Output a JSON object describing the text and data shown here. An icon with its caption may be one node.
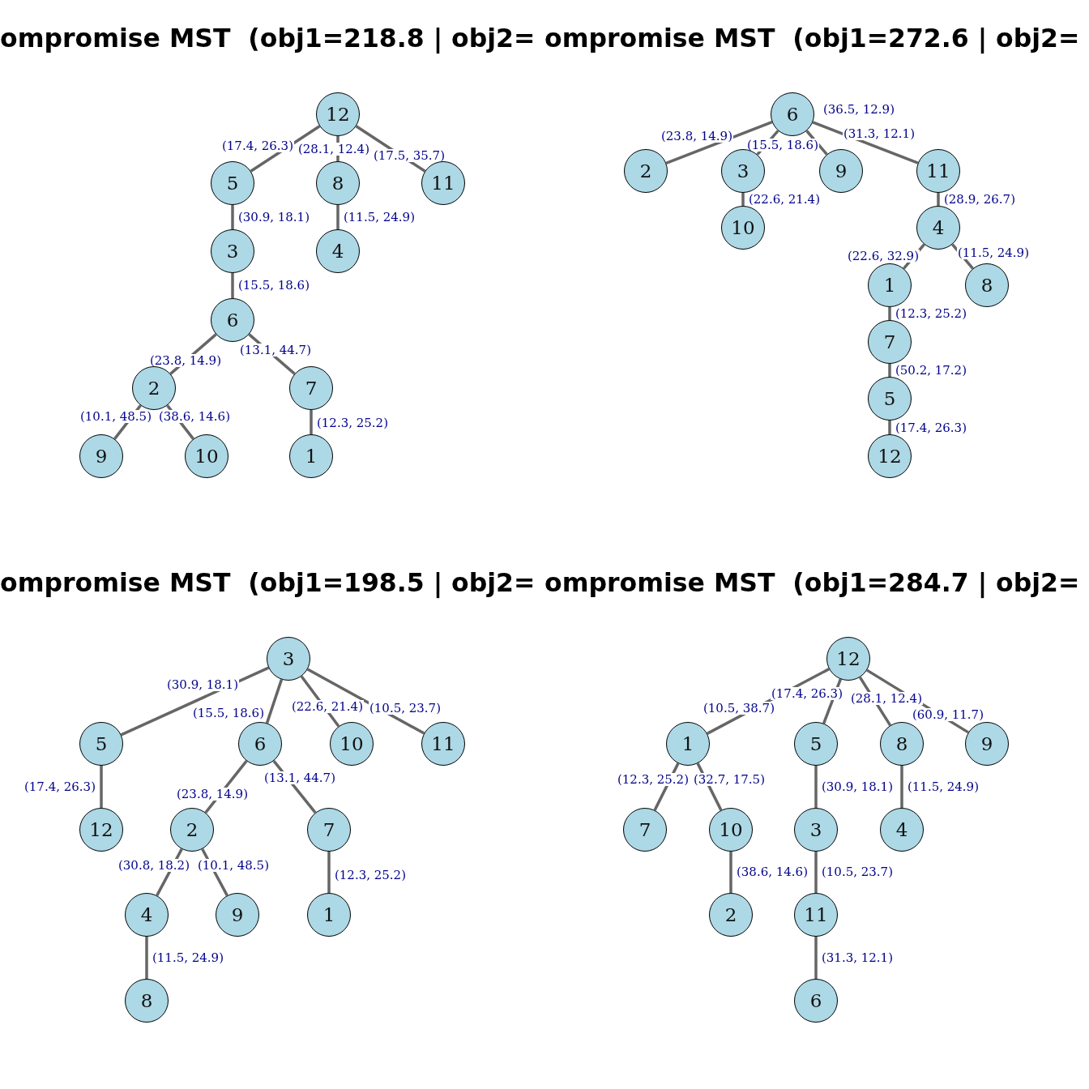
{
  "diagram": {
    "nodes": [
      {
        "text": [
          "12"
        ]
      },
      {
        "text": [
          "5"
        ]
      },
      {
        "text": [
          "8"
        ]
      },
      {
        "text": [
          "11"
        ]
      },
      {
        "text": [
          "3"
        ]
      },
      {
        "text": [
          "4"
        ]
      },
      {
        "text": [
          "6"
        ]
      },
      {
        "text": [
          "2"
        ]
      },
      {
        "text": [
          "7"
        ]
      },
      {
        "text": [
          "9"
        ]
      },
      {
        "text": [
          "10"
        ]
      },
      {
        "text": [
          "1"
        ]
      },
      {
        "text": [
          "6"
        ]
      },
      {
        "text": [
          "2"
        ]
      },
      {
        "text": [
          "3"
        ]
      },
      {
        "text": [
          "9"
        ]
      },
      {
        "text": [
          "11"
        ]
      },
      {
        "text": [
          "10"
        ]
      },
      {
        "text": [
          "4"
        ]
      },
      {
        "text": [
          "1"
        ]
      },
      {
        "text": [
          "8"
        ]
      },
      {
        "text": [
          "7"
        ]
      },
      {
        "text": [
          "5"
        ]
      },
      {
        "text": [
          "12"
        ]
      },
      {
        "text": [
          "3"
        ]
      },
      {
        "text": [
          "5"
        ]
      },
      {
        "text": [
          "6"
        ]
      },
      {
        "text": [
          "10"
        ]
      },
      {
        "text": [
          "11"
        ]
      },
      {
        "text": [
          "12"
        ]
      },
      {
        "text": [
          "2"
        ]
      },
      {
        "text": [
          "7"
        ]
      },
      {
        "text": [
          "4"
        ]
      },
      {
        "text": [
          "9"
        ]
      },
      {
        "text": [
          "1"
        ]
      },
      {
        "text": [
          "8"
        ]
      },
      {
        "text": [
          "12"
        ]
      },
      {
        "text": [
          "1"
        ]
      },
      {
        "text": [
          "5"
        ]
      },
      {
        "text": [
          "8"
        ]
      },
      {
        "text": [
          "9"
        ]
      },
      {
        "text": [
          "7"
        ]
      },
      {
        "text": [
          "10"
        ]
      },
      {
        "text": [
          "3"
        ]
      },
      {
        "text": [
          "4"
        ]
      },
      {
        "text": [
          "2"
        ]
      },
      {
        "text": [
          "11"
        ]
      },
      {
        "text": [
          "6"
        ]
      }
    ],
    "edges": [
      {
        "from": 0,
        "to": 1,
        "arrow": "none",
        "label": "(17.4, 26.3)"
      },
      {
        "from": 0,
        "to": 2,
        "arrow": "none",
        "label": "(28.1, 12.4)"
      },
      {
        "from": 0,
        "to": 3,
        "arrow": "none",
        "label": "(17.5, 35.7)"
      },
      {
        "from": 1,
        "to": 4,
        "arrow": "none",
        "label": "(30.9, 18.1)"
      },
      {
        "from": 2,
        "to": 5,
        "arrow": "none",
        "label": "(11.5, 24.9)"
      },
      {
        "from": 4,
        "to": 6,
        "arrow": "none",
        "label": "(15.5, 18.6)"
      },
      {
        "from": 6,
        "to": 7,
        "arrow": "none",
        "label": "(23.8, 14.9)"
      },
      {
        "from": 6,
        "to": 8,
        "arrow": "none",
        "label": "(13.1, 44.7)"
      },
      {
        "from": 7,
        "to": 9,
        "arrow": "none",
        "label": "(10.1, 48.5)"
      },
      {
        "from": 7,
        "to": 10,
        "arrow": "none",
        "label": "(38.6, 14.6)"
      },
      {
        "from": 8,
        "to": 11,
        "arrow": "none",
        "label": "(12.3, 25.2)"
      },
      {
        "from": 12,
        "to": 13,
        "arrow": "none",
        "label": "(23.8, 14.9)"
      },
      {
        "from": 12,
        "to": 14,
        "arrow": "none",
        "label": "(15.5, 18.6)"
      },
      {
        "from": 12,
        "to": 15,
        "arrow": "none",
        "label": "(36.5, 12.9)"
      },
      {
        "from": 12,
        "to": 16,
        "arrow": "none",
        "label": "(31.3, 12.1)"
      },
      {
        "from": 14,
        "to": 17,
        "arrow": "none",
        "label": "(22.6, 21.4)"
      },
      {
        "from": 16,
        "to": 18,
        "arrow": "none",
        "label": "(28.9, 26.7)"
      },
      {
        "from": 18,
        "to": 19,
        "arrow": "none",
        "label": "(22.6, 32.9)"
      },
      {
        "from": 18,
        "to": 20,
        "arrow": "none",
        "label": "(11.5, 24.9)"
      },
      {
        "from": 19,
        "to": 21,
        "arrow": "none",
        "label": "(12.3, 25.2)"
      },
      {
        "from": 21,
        "to": 22,
        "arrow": "none",
        "label": "(50.2, 17.2)"
      },
      {
        "from": 22,
        "to": 23,
        "arrow": "none",
        "label": "(17.4, 26.3)"
      },
      {
        "from": 24,
        "to": 25,
        "arrow": "none",
        "label": "(30.9, 18.1)"
      },
      {
        "from": 24,
        "to": 26,
        "arrow": "none",
        "label": "(15.5, 18.6)"
      },
      {
        "from": 24,
        "to": 27,
        "arrow": "none",
        "label": "(22.6, 21.4)"
      },
      {
        "from": 24,
        "to": 28,
        "arrow": "none",
        "label": "(10.5, 23.7)"
      },
      {
        "from": 25,
        "to": 29,
        "arrow": "none",
        "label": "(17.4, 26.3)"
      },
      {
        "from": 26,
        "to": 30,
        "arrow": "none",
        "label": "(23.8, 14.9)"
      },
      {
        "from": 26,
        "to": 31,
        "arrow": "none",
        "label": "(13.1, 44.7)"
      },
      {
        "from": 30,
        "to": 32,
        "arrow": "none",
        "label": "(30.8, 18.2)"
      },
      {
        "from": 30,
        "to": 33,
        "arrow": "none",
        "label": "(10.1, 48.5)"
      },
      {
        "from": 31,
        "to": 34,
        "arrow": "none",
        "label": "(12.3, 25.2)"
      },
      {
        "from": 32,
        "to": 35,
        "arrow": "none",
        "label": "(11.5, 24.9)"
      },
      {
        "from": 36,
        "to": 37,
        "arrow": "none",
        "label": "(10.5, 38.7)"
      },
      {
        "from": 36,
        "to": 38,
        "arrow": "none",
        "label": "(17.4, 26.3)"
      },
      {
        "from": 36,
        "to": 39,
        "arrow": "none",
        "label": "(28.1, 12.4)"
      },
      {
        "from": 36,
        "to": 40,
        "arrow": "none",
        "label": "(60.9, 11.7)"
      },
      {
        "from": 37,
        "to": 41,
        "arrow": "none",
        "label": "(12.3, 25.2)"
      },
      {
        "from": 37,
        "to": 42,
        "arrow": "none",
        "label": "(32.7, 17.5)"
      },
      {
        "from": 38,
        "to": 43,
        "arrow": "none",
        "label": "(30.9, 18.1)"
      },
      {
        "from": 39,
        "to": 44,
        "arrow": "none",
        "label": "(11.5, 24.9)"
      },
      {
        "from": 42,
        "to": 45,
        "arrow": "none",
        "label": "(38.6, 14.6)"
      },
      {
        "from": 43,
        "to": 46,
        "arrow": "none",
        "label": "(10.5, 23.7)"
      },
      {
        "from": 46,
        "to": 47,
        "arrow": "none",
        "label": "(31.3, 12.1)"
      }
    ],
    "labels": [
      "ompromise MST  (obj1=218.8 | obj2=",
      "ompromise MST  (obj1=272.6 | obj2=",
      "ompromise MST  (obj1=198.5 | obj2=",
      "ompromise MST  (obj1=284.7 | obj2="
    ]
  }
}
